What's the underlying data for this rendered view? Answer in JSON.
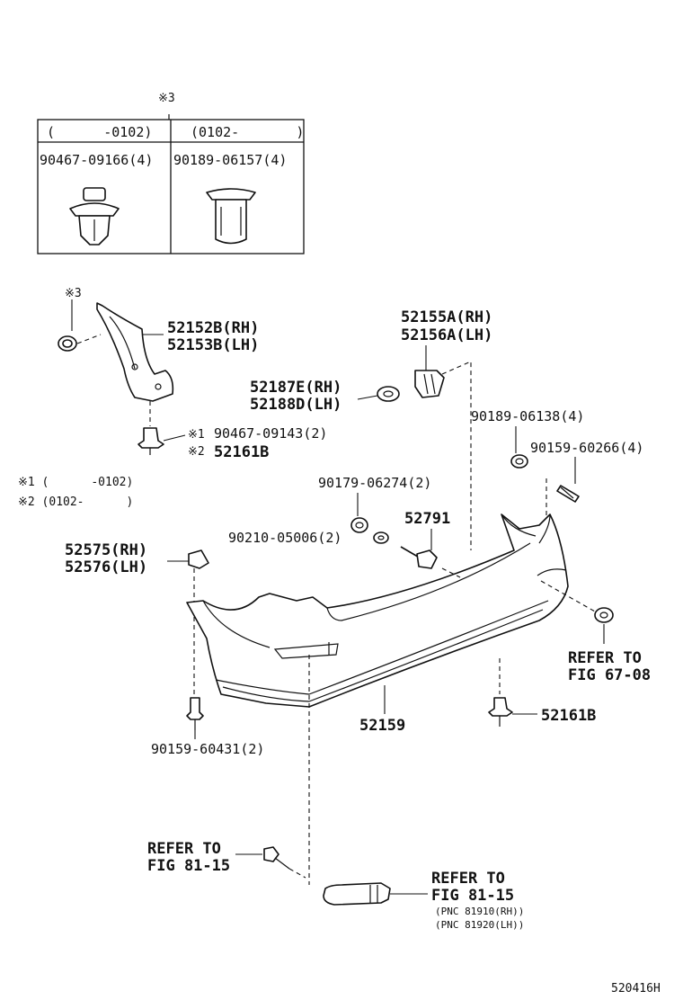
{
  "figure_code": "520416H",
  "note3_marker": "※3",
  "clip_table": {
    "col1_header": "(      -0102)",
    "col2_header": "(0102-       )",
    "col1_part": "90467-09166(4)",
    "col2_part": "90189-06157(4)"
  },
  "notes": {
    "note1": "※1 (      -0102)",
    "note2": "※2 (0102-      )"
  },
  "callouts": {
    "bracket_rh": "52152B(RH)",
    "bracket_lh": "52153B(LH)",
    "mark3_bracket": "※3",
    "retainer_rh": "52155A(RH)",
    "retainer_lh": "52156A(LH)",
    "spacer_rh": "52187E(RH)",
    "spacer_lh": "52188D(LH)",
    "mark1": "※1",
    "mark2": "※2",
    "clip_90467_09143": "90467-09143(2)",
    "clip_52161b_upper": "52161B",
    "clip_90189_06138": "90189-06138(4)",
    "screw_90159_60266": "90159-60266(4)",
    "nut_90179_06274": "90179-06274(2)",
    "washer_90210_05006": "90210-05006(2)",
    "bolt_52791": "52791",
    "bracket_side_rh": "52575(RH)",
    "bracket_side_lh": "52576(LH)",
    "refer_67_08_line1": "REFER TO",
    "refer_67_08_line2": "FIG 67-08",
    "bumper_cover": "52159",
    "clip_52161b_lower": "52161B",
    "screw_90159_60431": "90159-60431(2)",
    "refer_81_15a_line1": "REFER TO",
    "refer_81_15a_line2": "FIG 81-15",
    "refer_81_15b_line1": "REFER TO",
    "refer_81_15b_line2": "FIG 81-15",
    "pnc_rh": "(PNC 81910(RH))",
    "pnc_lh": "(PNC 81920(LH))"
  }
}
